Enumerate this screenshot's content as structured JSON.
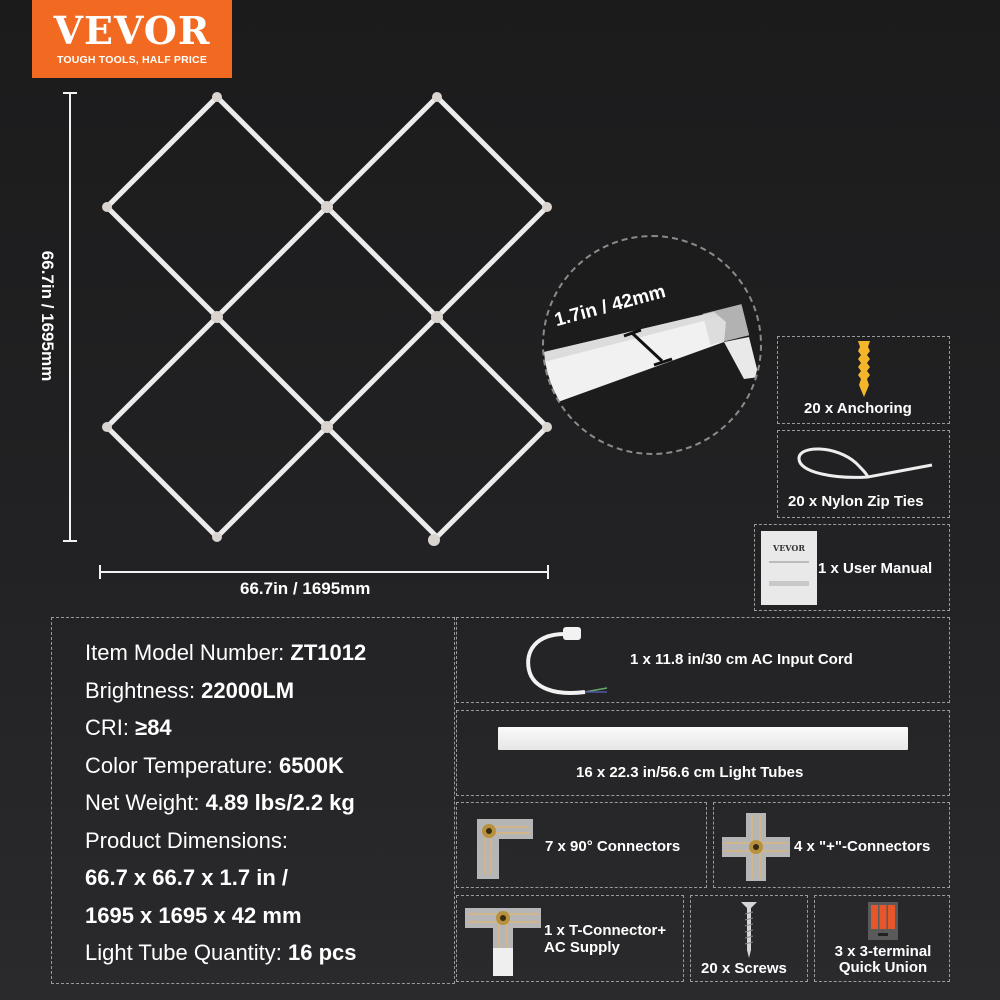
{
  "brand": {
    "name": "VEVOR",
    "tagline": "TOUGH TOOLS, HALF PRICE",
    "color": "#f26a21"
  },
  "dimensions": {
    "height_label": "66.7in / 1695mm",
    "width_label": "66.7in / 1695mm",
    "thickness_label": "1.7in / 42mm"
  },
  "accessories": {
    "anchoring": "20 x Anchoring",
    "zip_ties": "20 x Nylon Zip Ties",
    "manual": "1 x User Manual",
    "manual_cover_brand": "VEVOR",
    "ac_cord": "1 x 11.8 in/30 cm AC Input Cord",
    "light_tubes": "16 x 22.3 in/56.6 cm Light Tubes",
    "connectors_90": "7 x 90° Connectors",
    "connectors_plus": "4 x \"+\"-Connectors",
    "t_connector_line1": "1 x T-Connector+",
    "t_connector_line2": "AC Supply",
    "screws": "20 x Screws",
    "quick_union_line1": "3 x 3-terminal",
    "quick_union_line2": "Quick Union"
  },
  "specs": {
    "model_label": "Item Model Number: ",
    "model_value": "ZT1012",
    "brightness_label": "Brightness: ",
    "brightness_value": "22000LM",
    "cri_label": "CRI: ",
    "cri_value": "≥84",
    "color_temp_label": "Color Temperature: ",
    "color_temp_value": "6500K",
    "weight_label": "Net Weight: ",
    "weight_value": "4.89 lbs/2.2 kg",
    "dimensions_label": "Product Dimensions:",
    "dimensions_value_in": "66.7 x 66.7 x 1.7 in /",
    "dimensions_value_mm": "1695 x 1695 x 42 mm",
    "tube_qty_label": "Light Tube Quantity: ",
    "tube_qty_value": "16 pcs"
  }
}
